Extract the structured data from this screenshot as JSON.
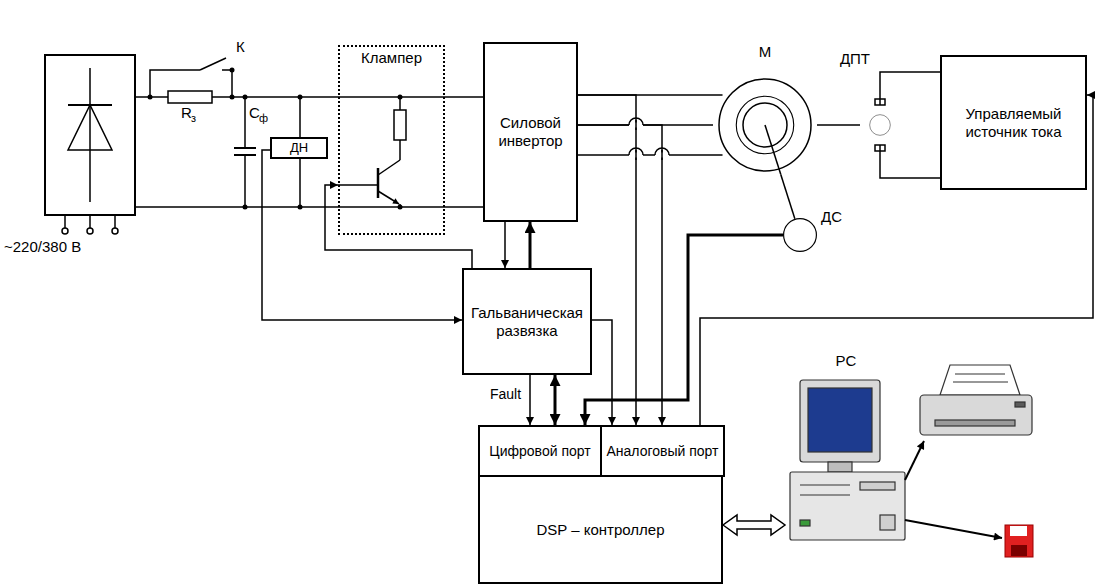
{
  "diagram": {
    "nodes": [
      {
        "text": [
          "Клампер"
        ]
      },
      {
        "text": [
          "Силовой инвертор"
        ]
      },
      {
        "text": [
          "ДН"
        ]
      },
      {
        "text": [
          "М"
        ]
      },
      {
        "text": [
          "ДПТ"
        ]
      },
      {
        "text": [
          "Управляемый источник тока"
        ]
      },
      {
        "text": [
          "ДС"
        ]
      },
      {
        "text": [
          "Гальваническая развязка"
        ]
      },
      {
        "text": [
          "DSP – контроллер"
        ]
      },
      {
        "text": [
          "Цифровой порт"
        ],
        "in": 8
      },
      {
        "text": [
          "Аналоговый порт"
        ],
        "in": 8
      },
      {
        "text": [
          "PC"
        ]
      }
    ],
    "edges": [
      {
        "from": 2,
        "to": 7,
        "arrow": "to"
      },
      {
        "from": 7,
        "to": 0,
        "arrow": "to"
      },
      {
        "from": 1,
        "to": 7,
        "arrow": "to"
      },
      {
        "from": 7,
        "to": 1,
        "arrow": "to"
      },
      {
        "from": 1,
        "to": 3,
        "arrow": "none"
      },
      {
        "from": 1,
        "to": 3,
        "arrow": "none"
      },
      {
        "from": 1,
        "to": 3,
        "arrow": "none"
      },
      {
        "from": 1,
        "to": 10,
        "arrow": "to"
      },
      {
        "from": 1,
        "to": 10,
        "arrow": "to"
      },
      {
        "from": 7,
        "to": 10,
        "arrow": "to"
      },
      {
        "from": 6,
        "to": 9,
        "arrow": "to"
      },
      {
        "from": 3,
        "to": 6,
        "arrow": "none"
      },
      {
        "from": 7,
        "to": 9,
        "label": "Fault",
        "arrow": "to"
      },
      {
        "from": 7,
        "to": 9,
        "arrow": "both"
      },
      {
        "from": 3,
        "to": 4,
        "arrow": "none"
      },
      {
        "from": 4,
        "to": 5,
        "arrow": "none"
      },
      {
        "from": 4,
        "to": 5,
        "arrow": "none"
      },
      {
        "from": 10,
        "to": 5,
        "arrow": "to"
      },
      {
        "from": 8,
        "to": 11,
        "arrow": "both"
      }
    ],
    "labels": [
      "К",
      "R",
      "з",
      "C",
      "ф",
      "~220/380 В"
    ]
  }
}
